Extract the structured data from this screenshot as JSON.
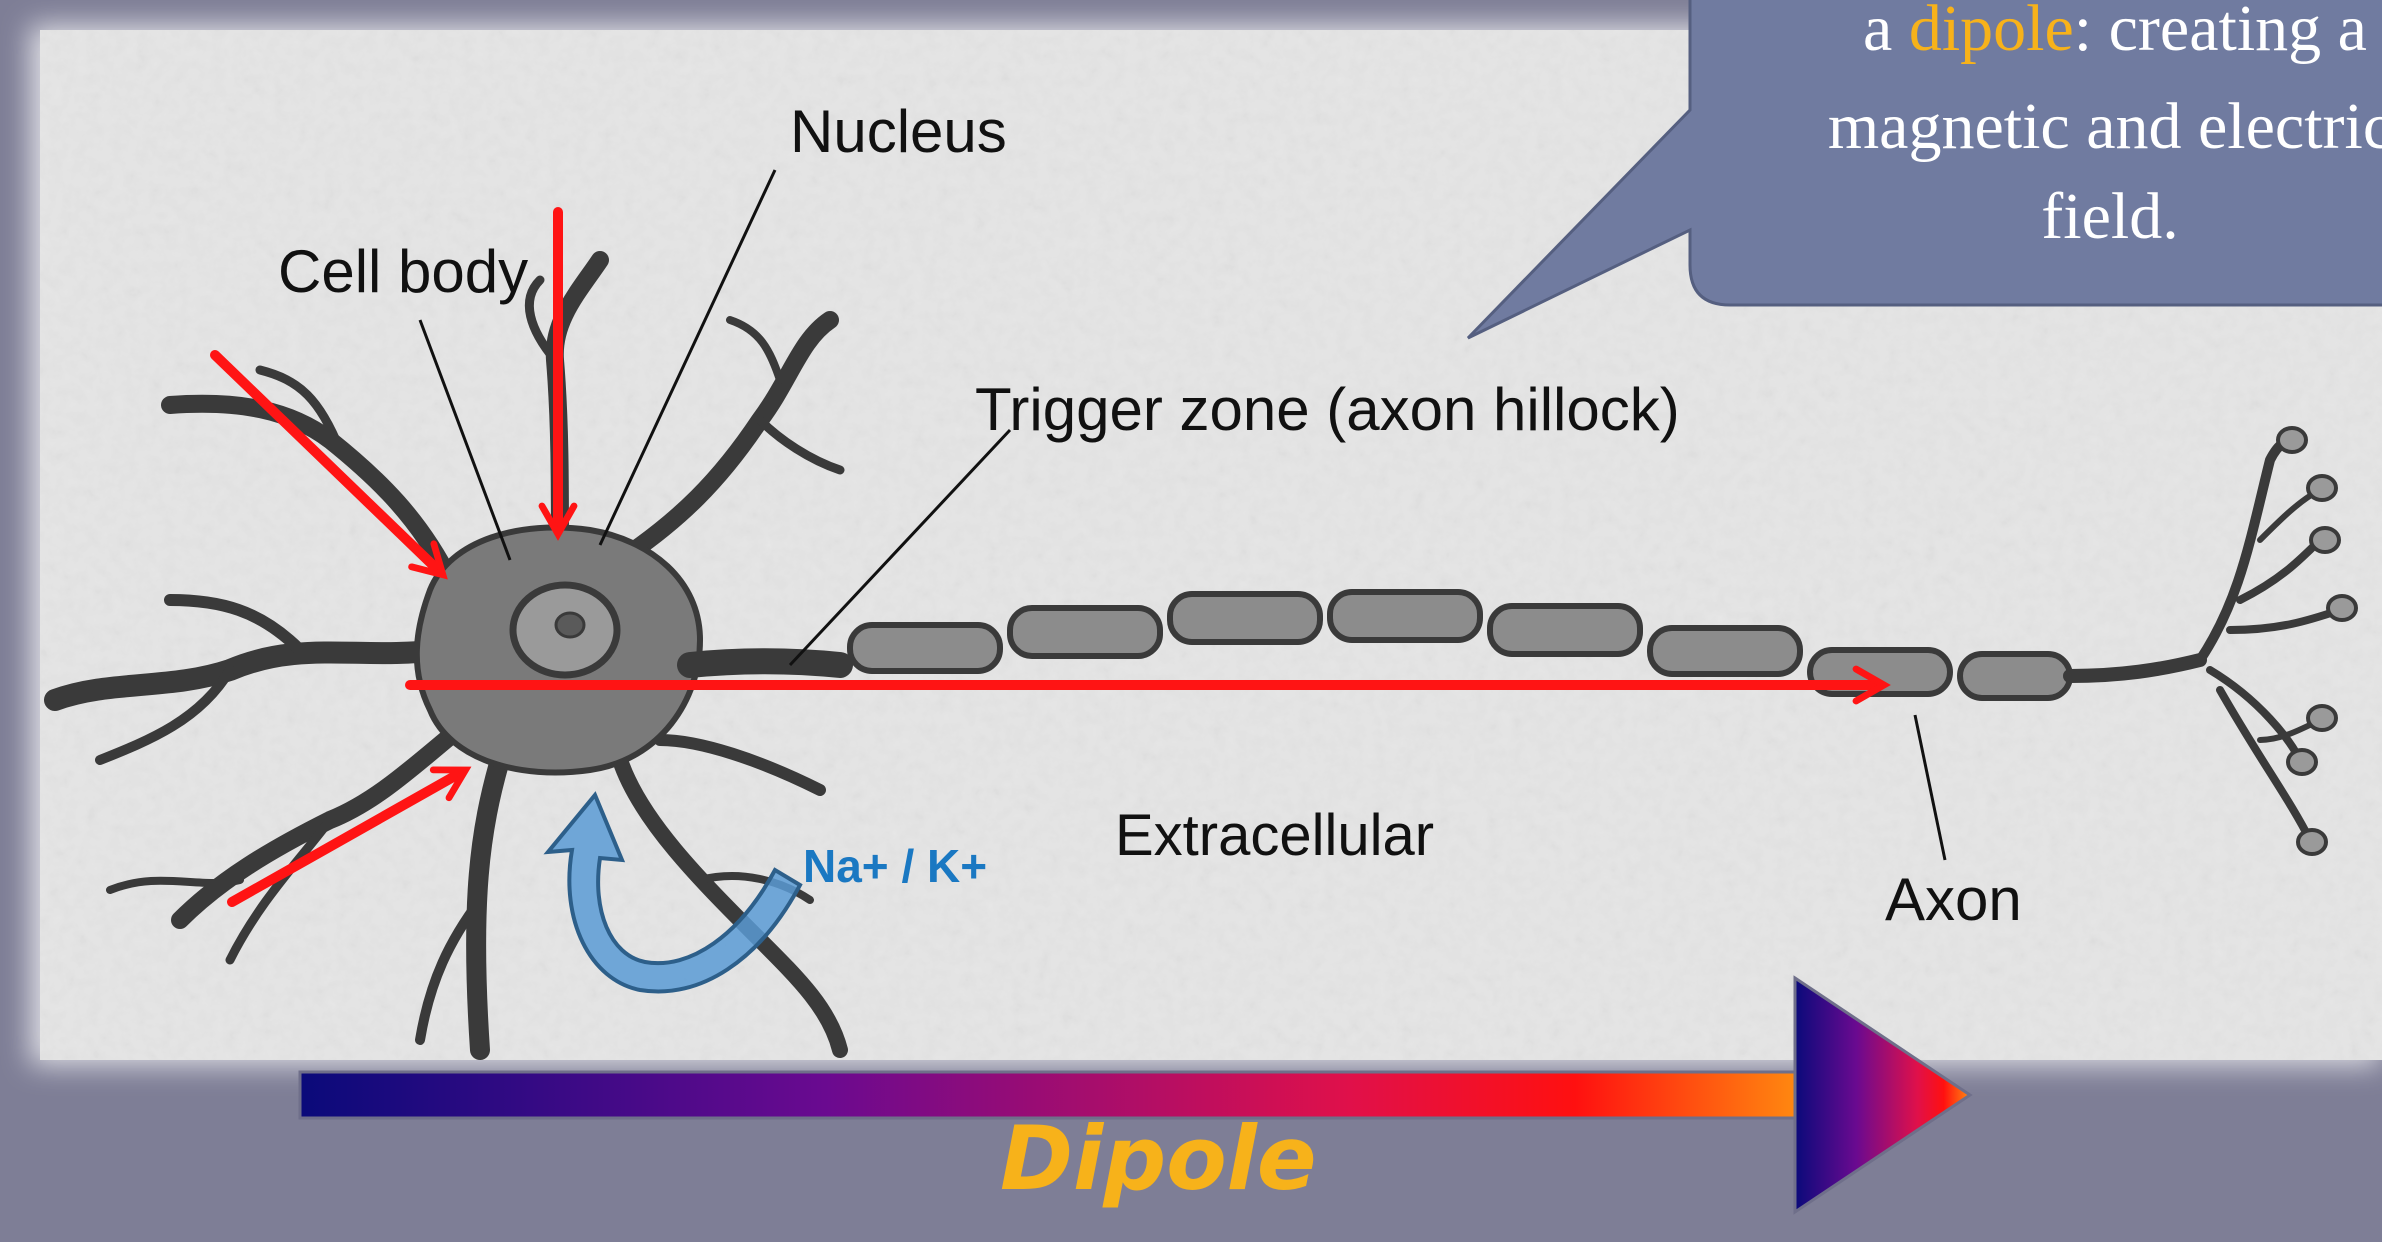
{
  "labels": {
    "nucleus": "Nucleus",
    "cell_body": "Cell body",
    "trigger_zone": "Trigger zone (axon hillock)",
    "extracellular": "Extracellular",
    "axon": "Axon",
    "ion_flow": "Na+ / K+"
  },
  "callout": {
    "line1_prefix": "a ",
    "line1_highlight": "dipole",
    "line1_suffix": ": creating a",
    "line2": "magnetic and electric",
    "line3": "field."
  },
  "dipole_label": "Dipole",
  "colors": {
    "background": "#7e7e96",
    "callout_fill": "#707ba0",
    "highlight": "#f7b21a",
    "arrow_red": "#ff1414",
    "ion_arrow": "#5b9bd5",
    "ion_text": "#1a78c2",
    "gradient_start": "#0a0a7a",
    "gradient_mid": "#7a0a8a",
    "gradient_end": "#ff7a10"
  }
}
